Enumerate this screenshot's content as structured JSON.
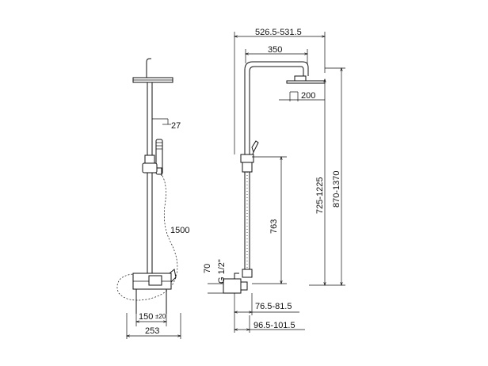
{
  "front_view": {
    "dim_27": "27",
    "dim_1500": "1500",
    "dim_150": "150",
    "dim_pm20": "±20",
    "dim_253": "253"
  },
  "side_view": {
    "dim_top": "526.5-531.5",
    "dim_350": "350",
    "dim_200": "200",
    "dim_725": "725-1225",
    "dim_870": "870-1370",
    "dim_763": "763",
    "dim_70": "70",
    "dim_thread": "G 1/2\"",
    "dim_76": "76.5-81.5",
    "dim_96": "96.5-101.5"
  }
}
